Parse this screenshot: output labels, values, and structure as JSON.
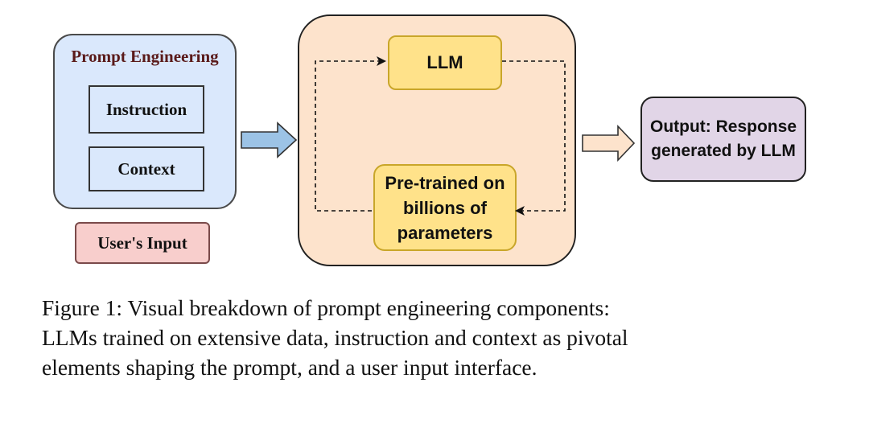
{
  "prompt_engineering": {
    "title": "Prompt Engineering",
    "items": [
      "Instruction",
      "Context"
    ]
  },
  "user_input": "User's Input",
  "llm_block": {
    "llm": "LLM",
    "pretrained_lines": [
      "Pre-trained on",
      "billions of",
      "parameters"
    ]
  },
  "output": {
    "lines": [
      "Output: Response",
      "generated by LLM"
    ]
  },
  "caption": {
    "lines": [
      "Figure 1:  Visual breakdown of prompt engineering components:",
      "LLMs trained on extensive data, instruction and context as pivotal",
      "elements shaping the prompt, and a user input interface."
    ]
  },
  "colors": {
    "prompt_fill": "#dae8fc",
    "user_input_fill": "#f8cecc",
    "llm_group_fill": "#fde3cc",
    "llm_box_fill": "#ffe28a",
    "output_fill": "#e1d5e7",
    "arrow_blue": "#9cc3e6",
    "arrow_peach": "#fde3cc"
  }
}
